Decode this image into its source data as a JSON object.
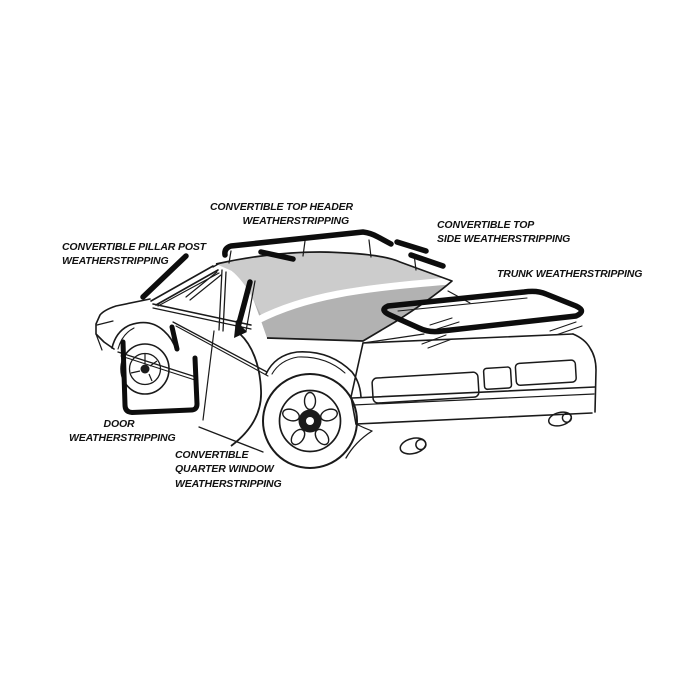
{
  "diagram": {
    "type": "parts-callout-illustration",
    "subject": "convertible weatherstripping locations on car",
    "background_color": "#ffffff",
    "line_color": "#1a1a1a",
    "highlight_color": "#0d0d0d",
    "top_light_gray": "#cccccc",
    "top_mid_gray": "#b2b2b2"
  },
  "labels": {
    "top_header": {
      "line1": "CONVERTIBLE TOP HEADER",
      "line2": "WEATHERSTRIPPING"
    },
    "top_side": {
      "line1": "CONVERTIBLE TOP",
      "line2": "SIDE WEATHERSTRIPPING"
    },
    "pillar_post": {
      "line1": "CONVERTIBLE PILLAR POST",
      "line2": "WEATHERSTRIPPING"
    },
    "trunk": {
      "line1": "TRUNK WEATHERSTRIPPING"
    },
    "door": {
      "line1": "DOOR",
      "line2": "WEATHERSTRIPPING"
    },
    "quarter_window": {
      "line1": "CONVERTIBLE",
      "line2": "QUARTER WINDOW",
      "line3": "WEATHERSTRIPPING"
    }
  }
}
